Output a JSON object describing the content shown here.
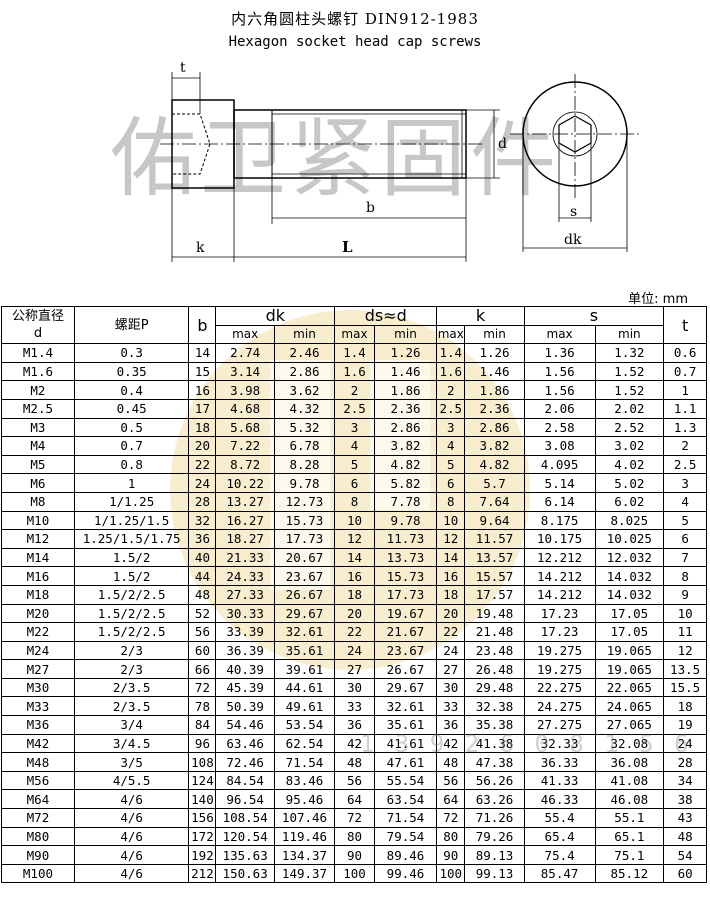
{
  "title": {
    "chinese": "内六角圆柱头螺钉  DIN912-1983",
    "english": "Hexagon socket head cap screws"
  },
  "drawing": {
    "labels": {
      "t": "t",
      "d": "d",
      "b": "b",
      "k": "k",
      "L": "L",
      "s": "s",
      "dk": "dk"
    }
  },
  "watermark": {
    "text": "佑卫紧固件",
    "phone": "1 3 9 2 6 0 8 1 5 6"
  },
  "unit_label": "单位: mm",
  "table": {
    "headers": {
      "d": "公称直径\nd",
      "p": "螺距P",
      "b": "b",
      "dk": "dk",
      "ds": "ds≈d",
      "k": "k",
      "s": "s",
      "t": "t",
      "max": "max",
      "min": "min"
    },
    "rows": [
      [
        "M1.4",
        "0.3",
        "14",
        "2.74",
        "2.46",
        "1.4",
        "1.26",
        "1.4",
        "1.26",
        "1.36",
        "1.32",
        "0.6"
      ],
      [
        "M1.6",
        "0.35",
        "15",
        "3.14",
        "2.86",
        "1.6",
        "1.46",
        "1.6",
        "1.46",
        "1.56",
        "1.52",
        "0.7"
      ],
      [
        "M2",
        "0.4",
        "16",
        "3.98",
        "3.62",
        "2",
        "1.86",
        "2",
        "1.86",
        "1.56",
        "1.52",
        "1"
      ],
      [
        "M2.5",
        "0.45",
        "17",
        "4.68",
        "4.32",
        "2.5",
        "2.36",
        "2.5",
        "2.36",
        "2.06",
        "2.02",
        "1.1"
      ],
      [
        "M3",
        "0.5",
        "18",
        "5.68",
        "5.32",
        "3",
        "2.86",
        "3",
        "2.86",
        "2.58",
        "2.52",
        "1.3"
      ],
      [
        "M4",
        "0.7",
        "20",
        "7.22",
        "6.78",
        "4",
        "3.82",
        "4",
        "3.82",
        "3.08",
        "3.02",
        "2"
      ],
      [
        "M5",
        "0.8",
        "22",
        "8.72",
        "8.28",
        "5",
        "4.82",
        "5",
        "4.82",
        "4.095",
        "4.02",
        "2.5"
      ],
      [
        "M6",
        "1",
        "24",
        "10.22",
        "9.78",
        "6",
        "5.82",
        "6",
        "5.7",
        "5.14",
        "5.02",
        "3"
      ],
      [
        "M8",
        "1/1.25",
        "28",
        "13.27",
        "12.73",
        "8",
        "7.78",
        "8",
        "7.64",
        "6.14",
        "6.02",
        "4"
      ],
      [
        "M10",
        "1/1.25/1.5",
        "32",
        "16.27",
        "15.73",
        "10",
        "9.78",
        "10",
        "9.64",
        "8.175",
        "8.025",
        "5"
      ],
      [
        "M12",
        "1.25/1.5/1.75",
        "36",
        "18.27",
        "17.73",
        "12",
        "11.73",
        "12",
        "11.57",
        "10.175",
        "10.025",
        "6"
      ],
      [
        "M14",
        "1.5/2",
        "40",
        "21.33",
        "20.67",
        "14",
        "13.73",
        "14",
        "13.57",
        "12.212",
        "12.032",
        "7"
      ],
      [
        "M16",
        "1.5/2",
        "44",
        "24.33",
        "23.67",
        "16",
        "15.73",
        "16",
        "15.57",
        "14.212",
        "14.032",
        "8"
      ],
      [
        "M18",
        "1.5/2/2.5",
        "48",
        "27.33",
        "26.67",
        "18",
        "17.73",
        "18",
        "17.57",
        "14.212",
        "14.032",
        "9"
      ],
      [
        "M20",
        "1.5/2/2.5",
        "52",
        "30.33",
        "29.67",
        "20",
        "19.67",
        "20",
        "19.48",
        "17.23",
        "17.05",
        "10"
      ],
      [
        "M22",
        "1.5/2/2.5",
        "56",
        "33.39",
        "32.61",
        "22",
        "21.67",
        "22",
        "21.48",
        "17.23",
        "17.05",
        "11"
      ],
      [
        "M24",
        "2/3",
        "60",
        "36.39",
        "35.61",
        "24",
        "23.67",
        "24",
        "23.48",
        "19.275",
        "19.065",
        "12"
      ],
      [
        "M27",
        "2/3",
        "66",
        "40.39",
        "39.61",
        "27",
        "26.67",
        "27",
        "26.48",
        "19.275",
        "19.065",
        "13.5"
      ],
      [
        "M30",
        "2/3.5",
        "72",
        "45.39",
        "44.61",
        "30",
        "29.67",
        "30",
        "29.48",
        "22.275",
        "22.065",
        "15.5"
      ],
      [
        "M33",
        "2/3.5",
        "78",
        "50.39",
        "49.61",
        "33",
        "32.61",
        "33",
        "32.38",
        "24.275",
        "24.065",
        "18"
      ],
      [
        "M36",
        "3/4",
        "84",
        "54.46",
        "53.54",
        "36",
        "35.61",
        "36",
        "35.38",
        "27.275",
        "27.065",
        "19"
      ],
      [
        "M42",
        "3/4.5",
        "96",
        "63.46",
        "62.54",
        "42",
        "41.61",
        "42",
        "41.38",
        "32.33",
        "32.08",
        "24"
      ],
      [
        "M48",
        "3/5",
        "108",
        "72.46",
        "71.54",
        "48",
        "47.61",
        "48",
        "47.38",
        "36.33",
        "36.08",
        "28"
      ],
      [
        "M56",
        "4/5.5",
        "124",
        "84.54",
        "83.46",
        "56",
        "55.54",
        "56",
        "56.26",
        "41.33",
        "41.08",
        "34"
      ],
      [
        "M64",
        "4/6",
        "140",
        "96.54",
        "95.46",
        "64",
        "63.54",
        "64",
        "63.26",
        "46.33",
        "46.08",
        "38"
      ],
      [
        "M72",
        "4/6",
        "156",
        "108.54",
        "107.46",
        "72",
        "71.54",
        "72",
        "71.26",
        "55.4",
        "55.1",
        "43"
      ],
      [
        "M80",
        "4/6",
        "172",
        "120.54",
        "119.46",
        "80",
        "79.54",
        "80",
        "79.26",
        "65.4",
        "65.1",
        "48"
      ],
      [
        "M90",
        "4/6",
        "192",
        "135.63",
        "134.37",
        "90",
        "89.46",
        "90",
        "89.13",
        "75.4",
        "75.1",
        "54"
      ],
      [
        "M100",
        "4/6",
        "212",
        "150.63",
        "149.37",
        "100",
        "99.46",
        "100",
        "99.13",
        "85.47",
        "85.12",
        "60"
      ]
    ]
  },
  "colors": {
    "logo": "#f3dfa6",
    "line": "#000000"
  }
}
